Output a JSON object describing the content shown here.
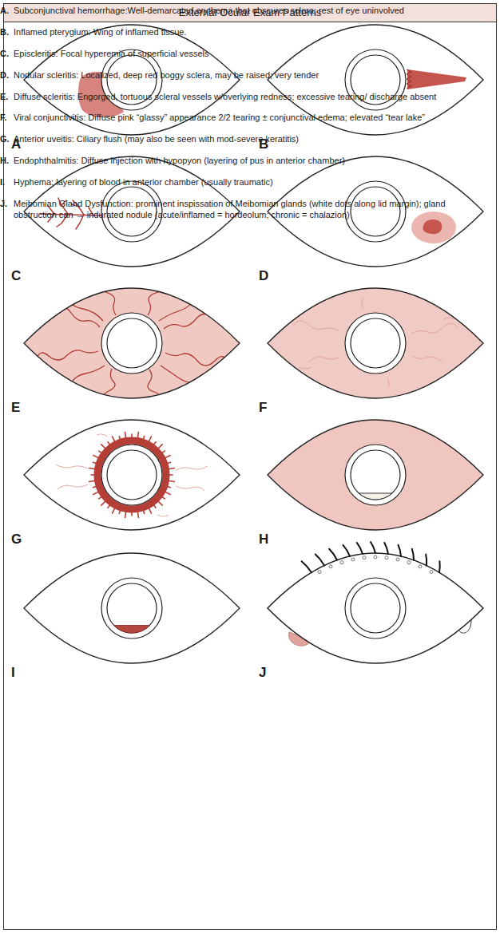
{
  "diagram": {
    "title": "External Ocular Exam Patterns",
    "labels": [
      "A",
      "B",
      "C",
      "D",
      "E",
      "F",
      "G",
      "H",
      "I",
      "J",
      "A.",
      "Subconjunctival hemorrhage:Well-demarcated erythema that obscures sclera; rest of eye uninvolved",
      "B.",
      "Inflamed pterygium: Wing of inflamed tissue.",
      "C.",
      "Episcleritis: Focal hyperemia of superficial vessels",
      "D.",
      "Nodular scleritis: Localized, deep red boggy sclera, may be raised; very tender",
      "E.",
      "Diffuse scleritis: Engorged, tortuous scleral vessels w/overlying redness; excessive tearing/ discharge absent",
      "F.",
      "Viral conjunctivitis: Diffuse pink “glassy” appearance 2/2 tearing ± conjunctival edema; elevated “tear lake”",
      "G.",
      "Anterior uveitis: Ciliary flush (may also be seen with mod-severe keratitis)",
      "H.",
      "Endophthalmitis: Diffuse injection with hypopyon (layering of pus in anterior chamber)",
      "I.",
      "Hyphema: layering of blood in anterior chamber (usually traumatic)",
      "J.",
      "Meibomian Gland Dysfunction: prominent inspissation of Meibomian glands (white dots along lid margin); gland obstruction can → indurated nodule (acute/inflamed = hordeolum; chronic = chalazion)"
    ]
  }
}
